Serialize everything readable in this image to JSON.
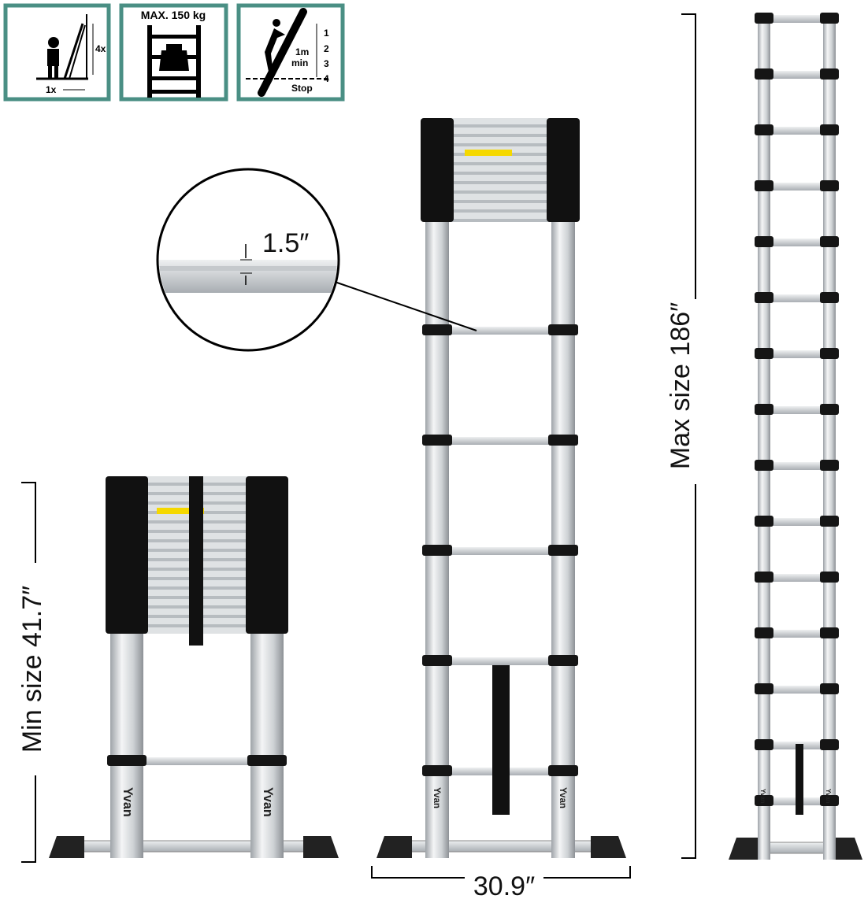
{
  "icons": [
    {
      "name": "ladder-angle-icon",
      "labels": [
        "4x",
        "1x"
      ]
    },
    {
      "name": "max-load-icon",
      "labels": [
        "MAX. 150 kg"
      ]
    },
    {
      "name": "climb-limit-icon",
      "labels": [
        "1",
        "2",
        "3",
        "4",
        "1m",
        "min",
        "Stop"
      ]
    }
  ],
  "dimensions": {
    "min_size": "Min size 41.7″",
    "max_size": "Max size 186″",
    "width": "30.9″",
    "tube": "1.5″"
  },
  "brand": "Yvan",
  "colors": {
    "icon_border": "#4a8f84",
    "rail": "#d9dcdf",
    "cap": "#111111"
  }
}
